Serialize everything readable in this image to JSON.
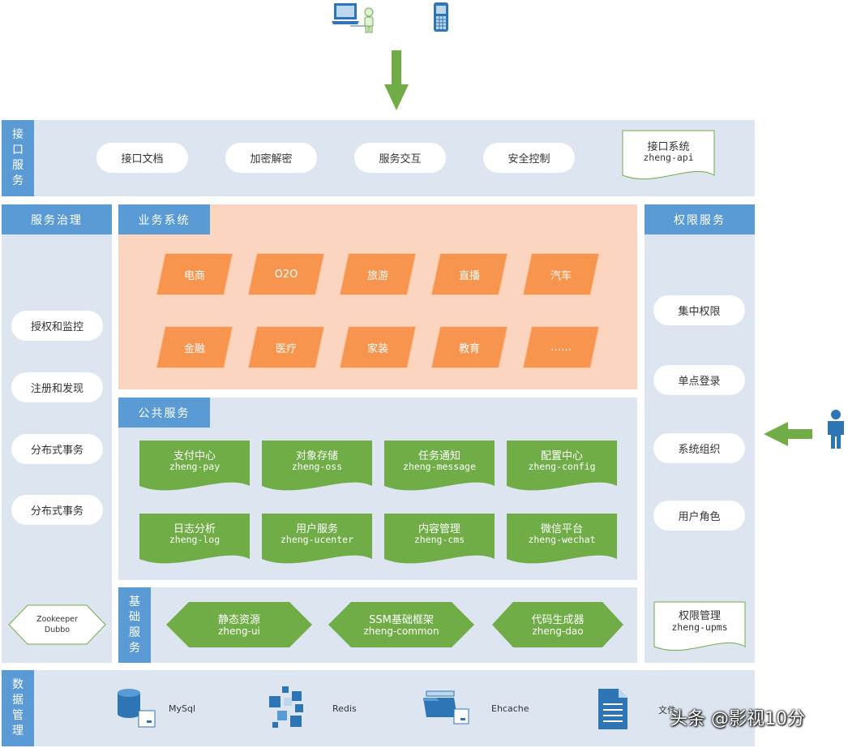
{
  "interface": {
    "label": "接口服务",
    "items": [
      "接口文档",
      "加密解密",
      "服务交互",
      "安全控制"
    ],
    "system": {
      "title": "接口系统",
      "code": "zheng-api"
    }
  },
  "governance": {
    "title": "服务治理",
    "items": [
      "授权和监控",
      "注册和发现",
      "分布式事务",
      "分布式事务"
    ],
    "zookeeper": [
      "Zookeeper",
      "Dubbo"
    ]
  },
  "business": {
    "title": "业务系统",
    "items": [
      "电商",
      "O2O",
      "旅游",
      "直播",
      "汽车",
      "金融",
      "医疗",
      "家装",
      "教育",
      "……"
    ]
  },
  "common": {
    "title": "公共服务",
    "items": [
      {
        "title": "支付中心",
        "code": "zheng-pay"
      },
      {
        "title": "对象存储",
        "code": "zheng-oss"
      },
      {
        "title": "任务通知",
        "code": "zheng-message"
      },
      {
        "title": "配置中心",
        "code": "zheng-config"
      },
      {
        "title": "日志分析",
        "code": "zheng-log"
      },
      {
        "title": "用户服务",
        "code": "zheng-ucenter"
      },
      {
        "title": "内容管理",
        "code": "zheng-cms"
      },
      {
        "title": "微信平台",
        "code": "zheng-wechat"
      }
    ]
  },
  "base": {
    "label": "基础服务",
    "items": [
      {
        "title": "静态资源",
        "code": "zheng-ui"
      },
      {
        "title": "SSM基础框架",
        "code": "zheng-common"
      },
      {
        "title": "代码生成器",
        "code": "zheng-dao"
      }
    ]
  },
  "permission": {
    "title": "权限服务",
    "items": [
      "集中权限",
      "单点登录",
      "系统组织",
      "用户角色"
    ],
    "mgmt": {
      "title": "权限管理",
      "code": "zheng-upms"
    }
  },
  "data": {
    "label": "数据管理",
    "items": [
      "MySql",
      "Redis",
      "Ehcache",
      "文件"
    ]
  },
  "watermark": "头条 @影视10分",
  "colors": {
    "blue": "#5b9bd5",
    "panel": "#dde5f1",
    "orange": "#f7954f",
    "green": "#70ad47",
    "peach": "#fbd5c0"
  }
}
